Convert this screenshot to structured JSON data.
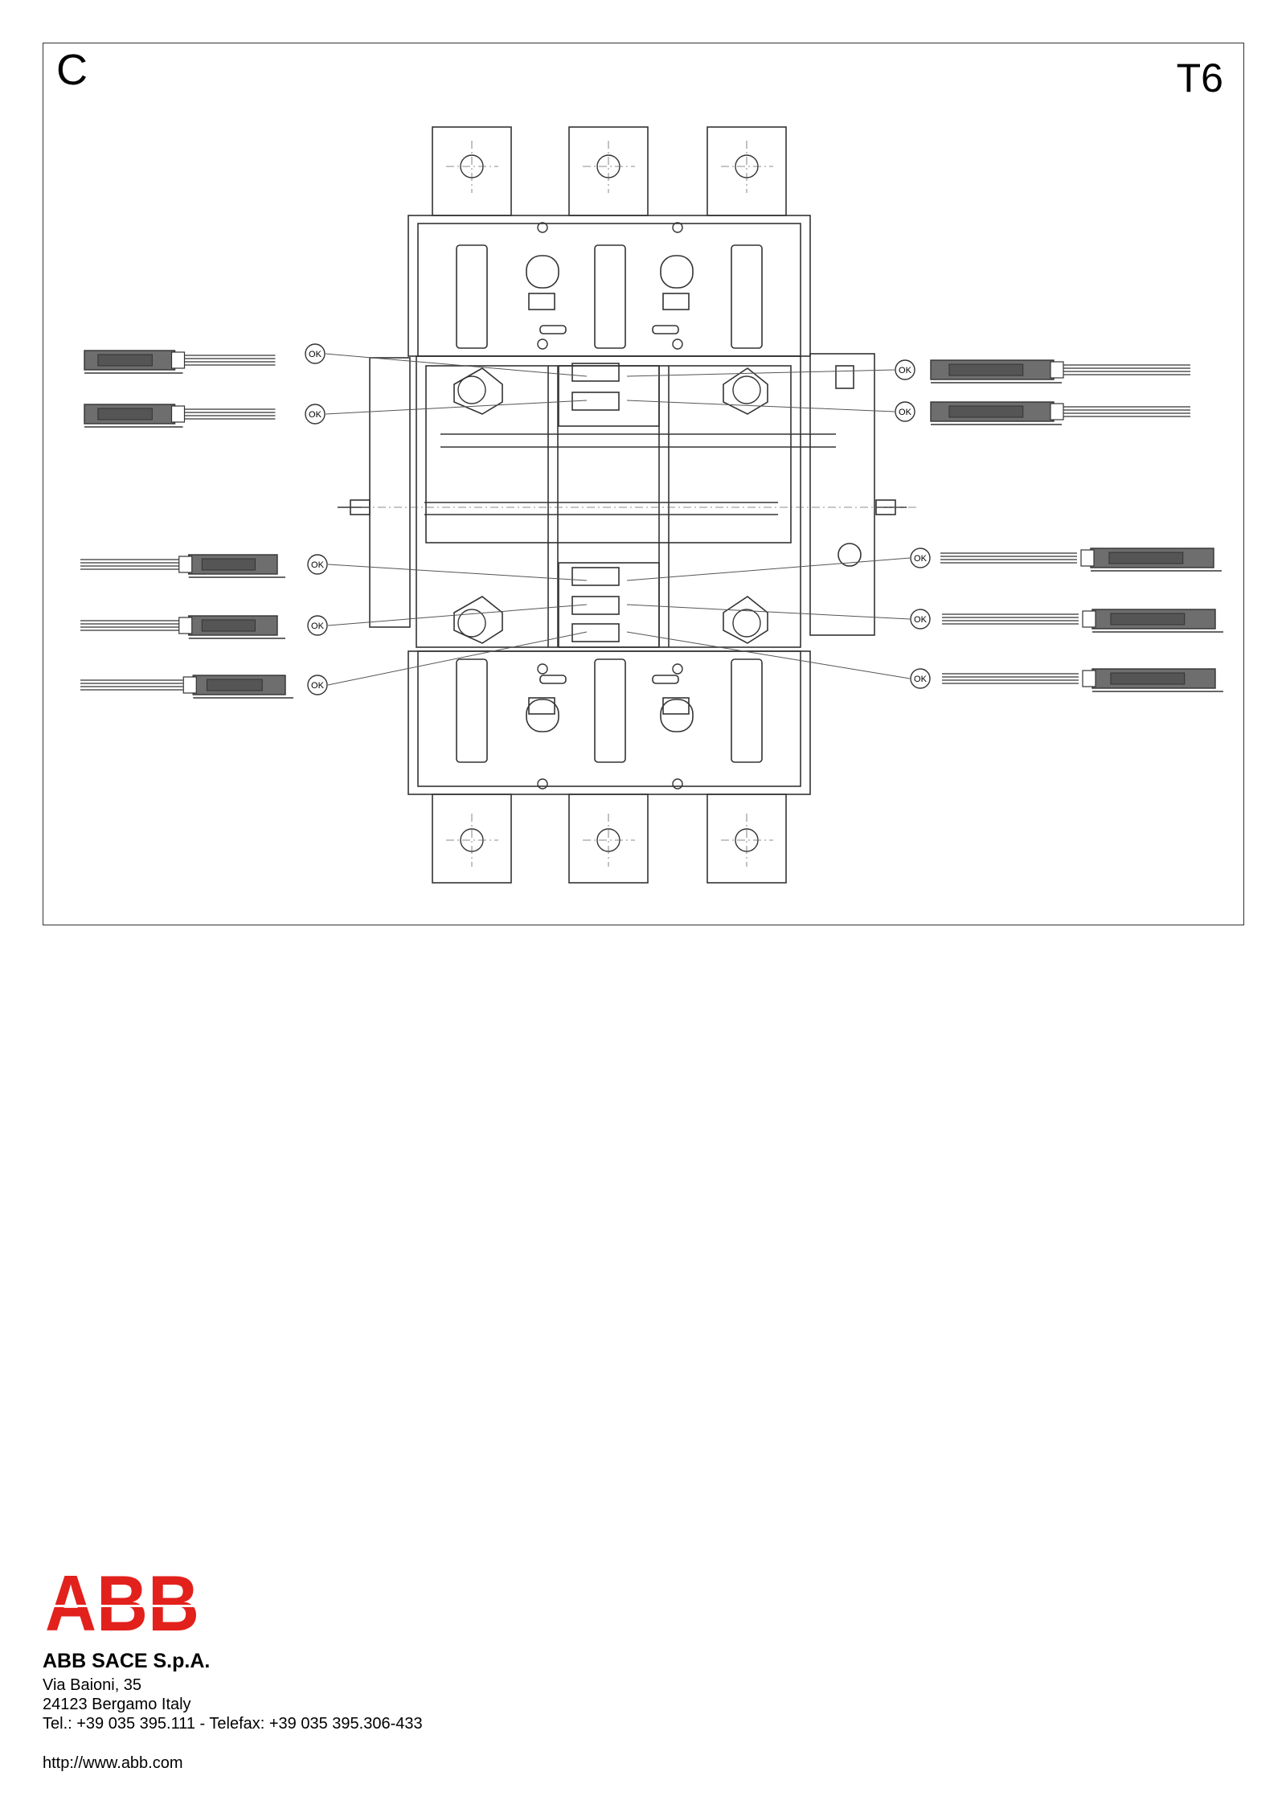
{
  "sheet": {
    "letter": "C",
    "model": "T6"
  },
  "diagram": {
    "ok_label": "OK",
    "colors": {
      "line": "#333333",
      "fill_dark": "#6e6e6e",
      "fill_light": "#ffffff"
    }
  },
  "brand": {
    "logo_text": "ABB",
    "logo_color": "#e2211c"
  },
  "footer": {
    "company": "ABB SACE S.p.A.",
    "address_line1": "Via Baioni, 35",
    "address_line2": "24123 Bergamo Italy",
    "phone_line": "Tel.: +39 035 395.111 - Telefax: +39 035 395.306-433",
    "website": "http://www.abb.com"
  }
}
